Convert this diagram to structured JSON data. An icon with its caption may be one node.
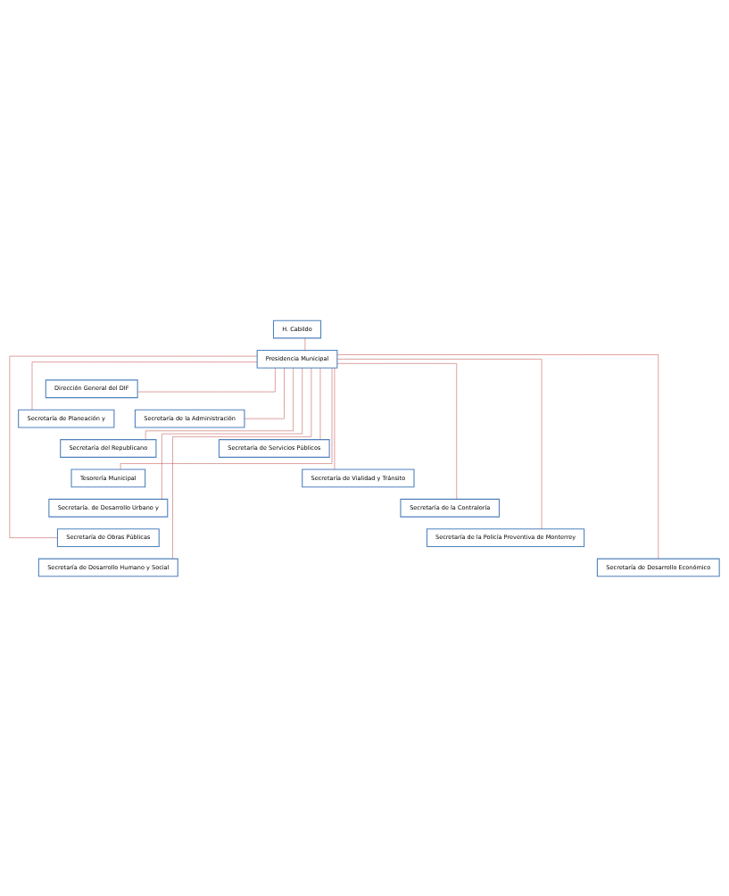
{
  "diagram": {
    "nodes": [
      {
        "text": [
          "H. Cabildo"
        ]
      },
      {
        "text": [
          "Presidencia Municipal"
        ]
      },
      {
        "text": [
          "Dirección General del DIF"
        ]
      },
      {
        "text": [
          "Secretaría de Planeación y"
        ]
      },
      {
        "text": [
          "Secretaría de la Administración"
        ]
      },
      {
        "text": [
          "Secretaría del Republicano"
        ]
      },
      {
        "text": [
          "Secretaría de Servicios Públicos"
        ]
      },
      {
        "text": [
          "Tesorería Municipal"
        ]
      },
      {
        "text": [
          "Secretaría de Vialidad y Tránsito"
        ]
      },
      {
        "text": [
          "Secretaría. de Desarrollo Urbano y"
        ]
      },
      {
        "text": [
          "Secretaría de la Contraloría"
        ]
      },
      {
        "text": [
          "Secretaría de Obras Públicas"
        ]
      },
      {
        "text": [
          "Secretaría de la Policía Preventiva de Monterrey"
        ]
      },
      {
        "text": [
          "Secretaría de Desarrollo Humano y Social"
        ]
      },
      {
        "text": [
          "Secretaría de Desarrollo Económico"
        ]
      }
    ],
    "edges": [
      {
        "from": 0,
        "to": 1,
        "arrow": "none"
      },
      {
        "from": 1,
        "to": 2,
        "arrow": "none"
      },
      {
        "from": 1,
        "to": 3,
        "arrow": "none"
      },
      {
        "from": 1,
        "to": 4,
        "arrow": "none"
      },
      {
        "from": 1,
        "to": 5,
        "arrow": "none"
      },
      {
        "from": 1,
        "to": 6,
        "arrow": "none"
      },
      {
        "from": 1,
        "to": 7,
        "arrow": "none"
      },
      {
        "from": 1,
        "to": 8,
        "arrow": "none"
      },
      {
        "from": 1,
        "to": 9,
        "arrow": "none"
      },
      {
        "from": 1,
        "to": 10,
        "arrow": "none"
      },
      {
        "from": 1,
        "to": 11,
        "arrow": "none"
      },
      {
        "from": 1,
        "to": 12,
        "arrow": "none"
      },
      {
        "from": 1,
        "to": 13,
        "arrow": "none"
      },
      {
        "from": 1,
        "to": 14,
        "arrow": "none"
      }
    ]
  }
}
